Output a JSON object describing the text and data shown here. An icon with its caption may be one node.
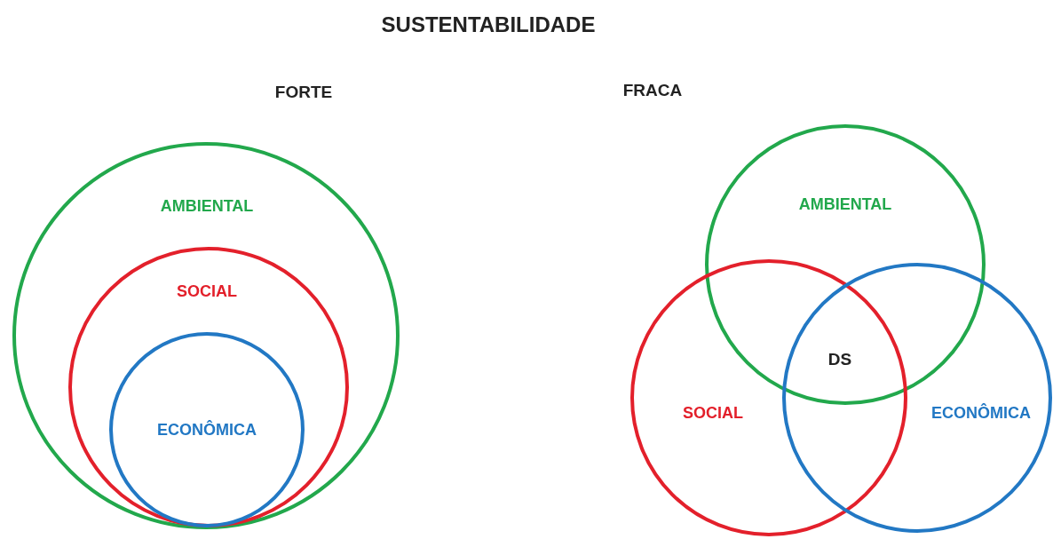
{
  "diagram": {
    "title": "SUSTENTABILIDADE",
    "nodes": [
      {
        "text": [
          "AMBIENTAL"
        ]
      },
      {
        "text": [
          "SOCIAL"
        ],
        "in": 0
      },
      {
        "text": [
          "ECONÔMICA"
        ],
        "in": 1
      },
      {
        "text": [
          "AMBIENTAL"
        ]
      },
      {
        "text": [
          "SOCIAL"
        ]
      },
      {
        "text": [
          "ECONÔMICA"
        ]
      }
    ],
    "labels": [
      "FORTE",
      "FRACA",
      "DS"
    ]
  }
}
